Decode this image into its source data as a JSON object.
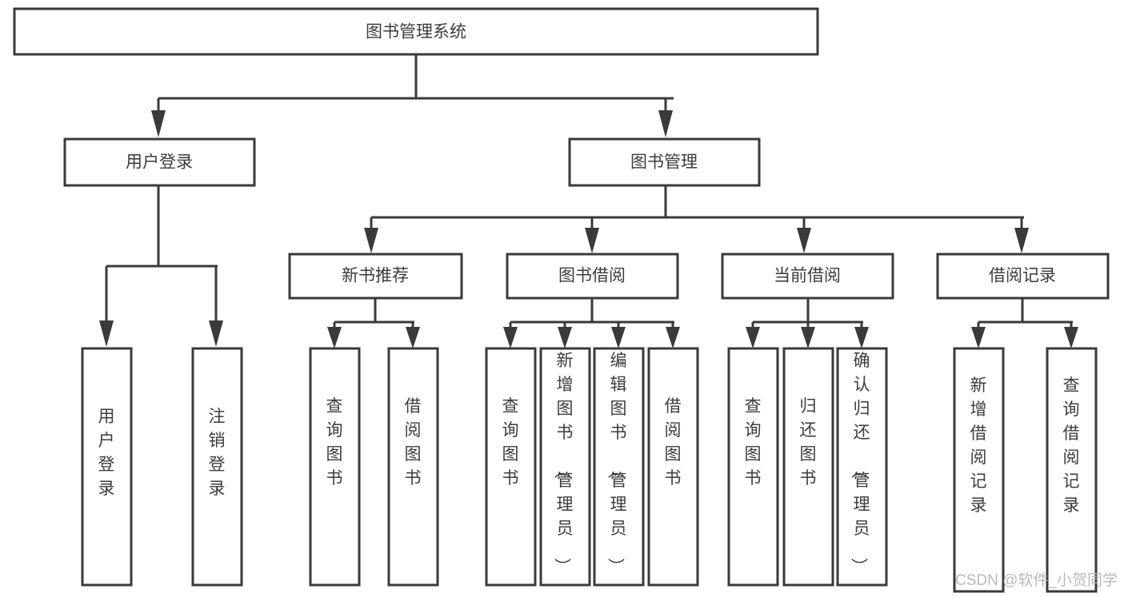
{
  "diagram": {
    "type": "hierarchy-tree",
    "title": "图书管理系统",
    "orientation": "top-down",
    "levels": 4,
    "colors": {
      "box_fill": "#ffffff",
      "box_stroke": "#3a3a3a",
      "connector": "#3a3a3a",
      "text": "#3c3c3c",
      "background": "#ffffff",
      "watermark": "#b9b9b9"
    },
    "root": {
      "label": "图书管理系统"
    },
    "level2": [
      {
        "label": "用户登录"
      },
      {
        "label": "图书管理"
      }
    ],
    "level3": [
      {
        "label": "新书推荐"
      },
      {
        "label": "图书借阅"
      },
      {
        "label": "当前借阅"
      },
      {
        "label": "借阅记录"
      }
    ],
    "leaves_login": [
      {
        "label": "用户登录"
      },
      {
        "label": "注销登录"
      }
    ],
    "leaves_newbook": [
      {
        "label": "查询图书"
      },
      {
        "label": "借阅图书"
      }
    ],
    "leaves_borrow": [
      {
        "label": "查询图书"
      },
      {
        "label": "新增图书（管理员）"
      },
      {
        "label": "编辑图书（管理员）"
      },
      {
        "label": "借阅图书"
      }
    ],
    "leaves_current": [
      {
        "label": "查询图书"
      },
      {
        "label": "归还图书"
      },
      {
        "label": "确认归还（管理员）"
      }
    ],
    "leaves_record": [
      {
        "label": "新增借阅记录"
      },
      {
        "label": "查询借阅记录"
      }
    ]
  },
  "watermark": {
    "text": "CSDN @软件_小贺同学"
  }
}
